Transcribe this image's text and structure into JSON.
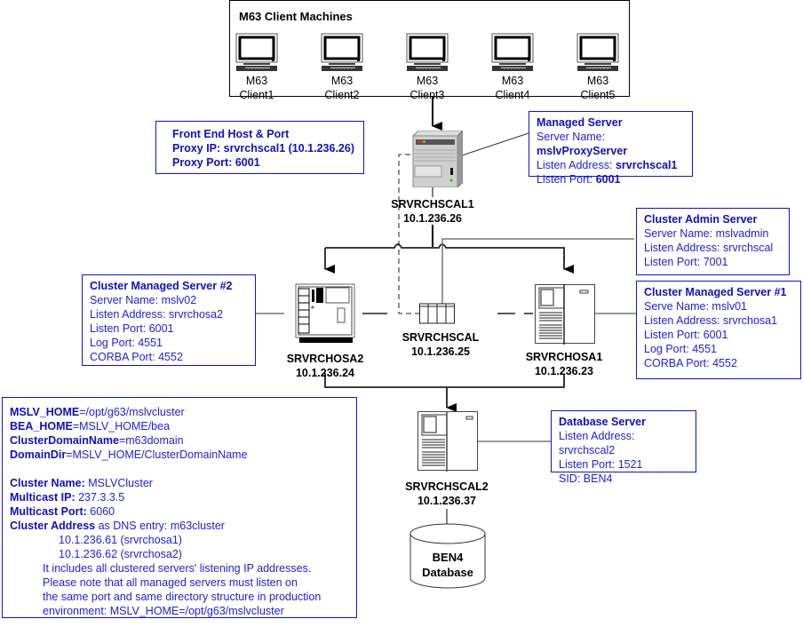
{
  "client_group": {
    "title": "M63 Client Machines",
    "clients": [
      {
        "line1": "M63",
        "line2": "Client1"
      },
      {
        "line1": "M63",
        "line2": "Client2"
      },
      {
        "line1": "M63",
        "line2": "Client3"
      },
      {
        "line1": "M63",
        "line2": "Client4"
      },
      {
        "line1": "M63",
        "line2": "Client5"
      }
    ]
  },
  "front_end": {
    "title": "Front End Host & Port",
    "proxy_ip": "Proxy IP: srvrchscal1 (10.1.236.26)",
    "proxy_port": "Proxy Port: 6001"
  },
  "managed_server": {
    "title": "Managed Server",
    "server_name_label": "Server Name: ",
    "server_name": "mslvProxyServer",
    "listen_address_label": "Listen Address: ",
    "listen_address": "srvrchscal1",
    "listen_port_label": "Listen Port: ",
    "listen_port": "6001"
  },
  "proxy_host": {
    "name": "SRVRCHSCAL1",
    "ip": "10.1.236.26"
  },
  "cluster_admin": {
    "title": "Cluster Admin Server",
    "server_name": "Server Name: mslvadmin",
    "listen_address": "Listen Address: srvrchscal",
    "listen_port": "Listen Port: 7001"
  },
  "cluster_managed_2": {
    "title": "Cluster Managed Server #2",
    "server_name": "Server Name: mslv02",
    "listen_address": "Listen Address: srvrchosa2",
    "listen_port": "Listen Port: 6001",
    "log_port": "Log Port: 4551",
    "corba_port": "CORBA Port: 4552"
  },
  "cluster_managed_1": {
    "title": "Cluster Managed Server #1",
    "server_name": "Serve Name: mslv01",
    "listen_address": "Listen Address: srvrchosa1",
    "listen_port": "Listen Port: 6001",
    "log_port": "Log Port: 4551",
    "corba_port": "CORBA Port: 4552"
  },
  "hosts": {
    "osa2": {
      "name": "SRVRCHOSA2",
      "ip": "10.1.236.24"
    },
    "admin": {
      "name": "SRVRCHSCAL",
      "ip": "10.1.236.25"
    },
    "osa1": {
      "name": "SRVRCHOSA1",
      "ip": "10.1.236.23"
    },
    "db": {
      "name": "SRVRCHSCAL2",
      "ip": "10.1.236.37"
    }
  },
  "database_server": {
    "title": "Database Server",
    "listen_address": "Listen Address: srvrchscal2",
    "listen_port": "Listen Port: 1521",
    "sid": "SID: BEN4"
  },
  "database": {
    "line1": "BEN4",
    "line2": "Database"
  },
  "config": {
    "mslv_home_key": "MSLV_HOME",
    "mslv_home_val": "=/opt/g63/mslvcluster",
    "bea_home_key": "BEA_HOME",
    "bea_home_val": "=MSLV_HOME/bea",
    "domain_name_key": "ClusterDomainName",
    "domain_name_val": "=m63domain",
    "domain_dir_key": "DomainDir",
    "domain_dir_val": "=MSLV_HOME/ClusterDomainName",
    "cluster_name_key": "Cluster Name:",
    "cluster_name_val": " MSLVCluster",
    "multicast_ip_key": "Multicast IP:",
    "multicast_ip_val": " 237.3.3.5",
    "multicast_port_key": "Multicast Port:",
    "multicast_port_val": " 6060",
    "cluster_address_key": "Cluster Address",
    "cluster_address_val": " as DNS entry: m63cluster",
    "address_1": "10.1.236.61 (srvrchosa1)",
    "address_2": "10.1.236.62 (srvrchosa2)",
    "note_1": "It includes all clustered servers' listening IP addresses.",
    "note_2": "Please note that all managed servers must listen on",
    "note_3": "the same port and same directory structure in production",
    "note_4": "environment: MSLV_HOME=/opt/g63/mslvcluster"
  }
}
